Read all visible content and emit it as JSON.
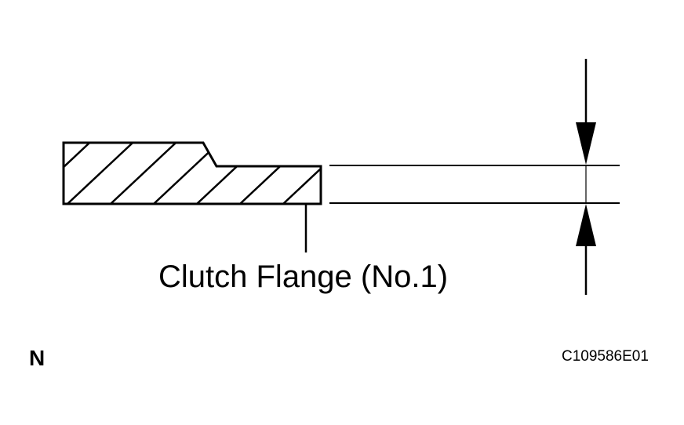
{
  "labels": {
    "part_name": "Clutch Flange (No.1)",
    "corner_letter": "N",
    "figure_code": "C109586E01"
  },
  "colors": {
    "ink": "#000000",
    "background": "#ffffff"
  }
}
